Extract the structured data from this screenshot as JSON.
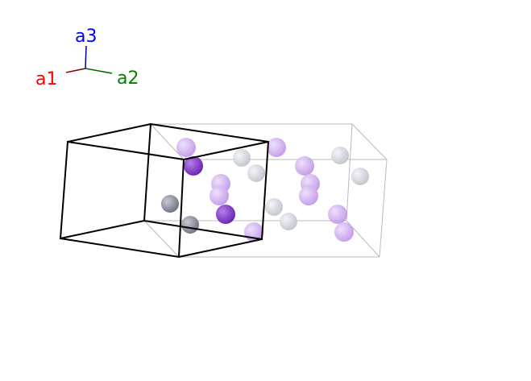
{
  "axes": {
    "a1": {
      "label": "a1",
      "color": "#ff0000",
      "line_color": "#8b0000"
    },
    "a2": {
      "label": "a2",
      "color": "#008000",
      "line_color": "#006400"
    },
    "a3": {
      "label": "a3",
      "color": "#0000ff",
      "line_color": "#00008b"
    }
  },
  "colors": {
    "cell_edge": "#000000",
    "supercell_edge": "#bbbbbb",
    "light_purple": "#c9a0ee",
    "dark_purple": "#8a3fd0",
    "dark_gray": "#8c8f9c",
    "light_gray": "#d4d6de"
  }
}
